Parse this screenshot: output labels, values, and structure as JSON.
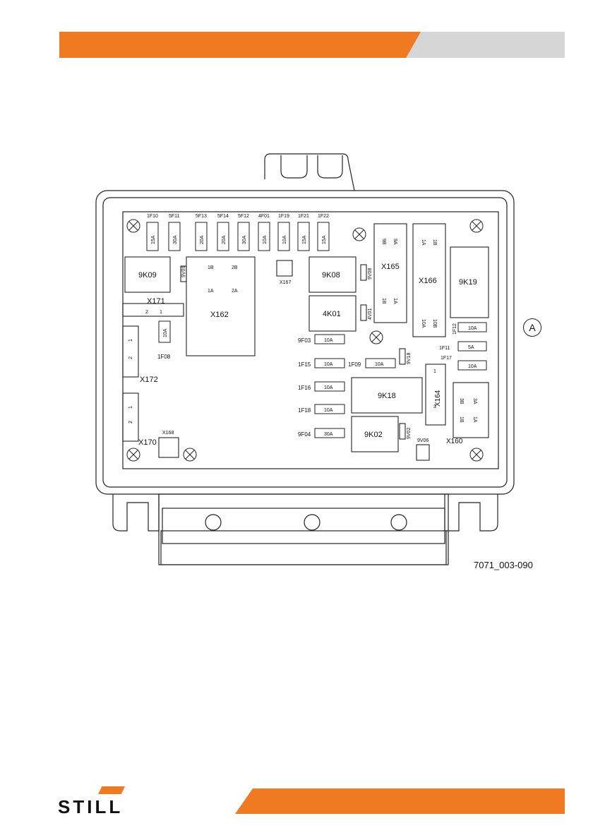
{
  "page": {
    "figure_ref": "7071_003-090",
    "callout": "A",
    "logo_text": "STILL"
  },
  "colors": {
    "accent": "#ef7a22",
    "header_gray": "#d6d6d6"
  },
  "fuses_top": [
    {
      "id": "1F10",
      "rating": "15A"
    },
    {
      "id": "5F11",
      "rating": "30A"
    },
    {
      "id": "5F13",
      "rating": "20A"
    },
    {
      "id": "5F14",
      "rating": "20A"
    },
    {
      "id": "5F12",
      "rating": "30A"
    },
    {
      "id": "4F01",
      "rating": "10A"
    },
    {
      "id": "1F19",
      "rating": "10A"
    },
    {
      "id": "1F21",
      "rating": "15A"
    },
    {
      "id": "1F22",
      "rating": "15A"
    }
  ],
  "fuses_mid": [
    {
      "id": "9F03",
      "rating": "10A"
    },
    {
      "id": "1F15",
      "rating": "10A"
    },
    {
      "id": "1F09",
      "rating": "10A"
    },
    {
      "id": "1F16",
      "rating": "10A"
    },
    {
      "id": "1F18",
      "rating": "10A"
    },
    {
      "id": "9F04",
      "rating": "30A"
    }
  ],
  "fuses_right": [
    {
      "id": "1F12",
      "rating": "10A"
    },
    {
      "id": "1F11",
      "rating": "5A"
    },
    {
      "id": "1F17",
      "rating": "10A"
    }
  ],
  "fuse_vertical": {
    "id": "1F08",
    "rating": "10A"
  },
  "relays": [
    "9K09",
    "9K08",
    "4K01",
    "9K19",
    "9K18",
    "9K02"
  ],
  "connectors": {
    "x162": "X162",
    "x162_pins": [
      "1B",
      "2B",
      "1A",
      "2A"
    ],
    "x165": "X165",
    "x165_pins": [
      "9B",
      "9A",
      "1B",
      "1A"
    ],
    "x166": "X166",
    "x166_pins": [
      "1A",
      "1B",
      "10A",
      "10B"
    ],
    "x167": "X167",
    "x168": "X168",
    "x171": "X171",
    "x171_pins": [
      "2",
      "1"
    ],
    "x172": "X172",
    "x172_pins": [
      "1",
      "2"
    ],
    "x170": "X170",
    "x170_pins": [
      "1",
      "2"
    ],
    "x164": "X164",
    "x164_pins": [
      "1",
      "3"
    ],
    "x160": "X160",
    "x160_pins": [
      "3B",
      "3A",
      "1B",
      "1A"
    ]
  },
  "diodes": [
    "9V09",
    "9V08",
    "4V01",
    "9V18",
    "9V02",
    "9V06"
  ]
}
